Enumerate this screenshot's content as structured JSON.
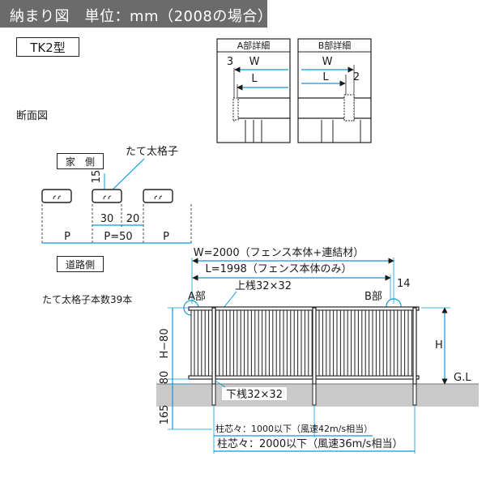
{
  "header": {
    "title": "納まり図　単位：mm（2008の場合）"
  },
  "type_label": "TK2型",
  "section_label": "断面図",
  "detail_a": {
    "title": "A部詳細",
    "num": "3",
    "w": "W",
    "l": "L"
  },
  "detail_b": {
    "title": "B部詳細",
    "w": "W",
    "l": "L",
    "num": "2"
  },
  "section": {
    "house_side": "家　側",
    "road_side": "道路側",
    "tategoshi": "たて太格子",
    "dim_15": "15",
    "dim_30": "30",
    "dim_20": "20",
    "p_left": "P",
    "p_mid": "P=50",
    "p_right": "P"
  },
  "count_note": "たて太格子本数39本",
  "elevation": {
    "w_total": "W=2000（フェンス本体+連結材）",
    "l_total": "L=1998（フェンス本体のみ）",
    "a_label": "A部",
    "b_label": "B部",
    "top_rail": "上桟32×32",
    "bottom_rail": "下桟32×32",
    "dim_14": "14",
    "h_minus": "H−80",
    "dim_80": "80",
    "dim_165": "165",
    "h": "H",
    "gl": "G.L",
    "post_1000": "柱芯々：1000以下（風速42m/s相当）",
    "post_2000": "柱芯々：2000以下（風速36m/s相当）"
  }
}
